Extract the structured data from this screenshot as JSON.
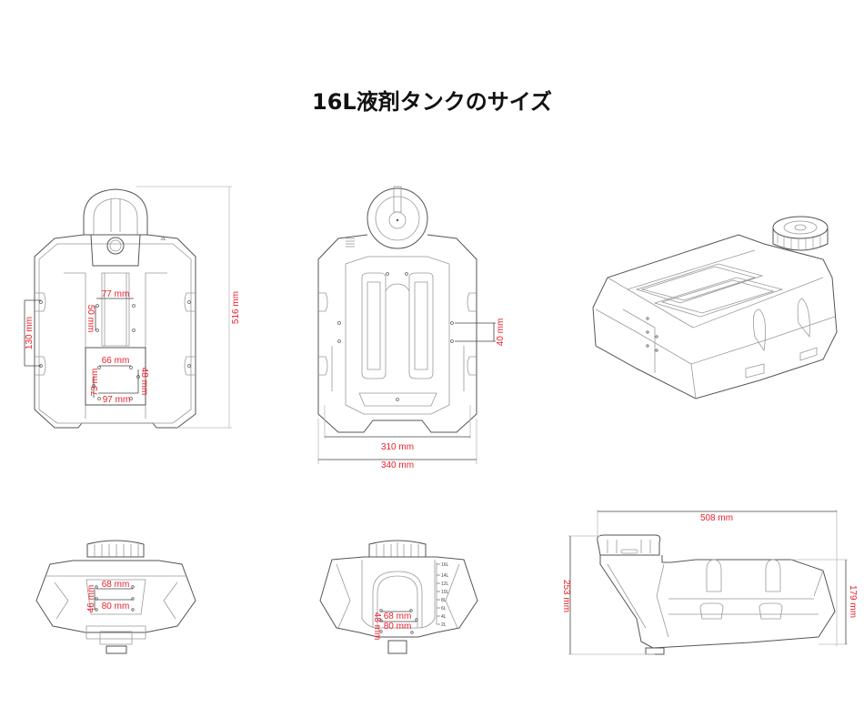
{
  "title": "16L液剤タンクのサイズ",
  "colors": {
    "dimension_text": "#e8202a",
    "outline": "#555555",
    "background": "#ffffff"
  },
  "views": {
    "top": {
      "height": "516 mm",
      "mount_spacing": "130 mm",
      "upper_width": "77 mm",
      "upper_height": "50 mm",
      "plate_top": "66 mm",
      "plate_right": "48 mm",
      "plate_left": "73 mm",
      "plate_bottom": "97 mm",
      "level_mark": "2L"
    },
    "bottom": {
      "inner_width": "310 mm",
      "outer_width": "340 mm",
      "hole_spacing": "40 mm"
    },
    "isometric": {},
    "front": {
      "upper_width": "68 mm",
      "lower_width": "80 mm",
      "height": "46 mm"
    },
    "rear": {
      "upper_width": "68 mm",
      "lower_width": "80 mm",
      "height": "48 mm",
      "level_marks": [
        "16L",
        "14L",
        "12L",
        "10L",
        "8L",
        "6L",
        "4L",
        "2L"
      ]
    },
    "side": {
      "length": "508 mm",
      "total_height": "253 mm",
      "body_height": "179 mm"
    }
  }
}
